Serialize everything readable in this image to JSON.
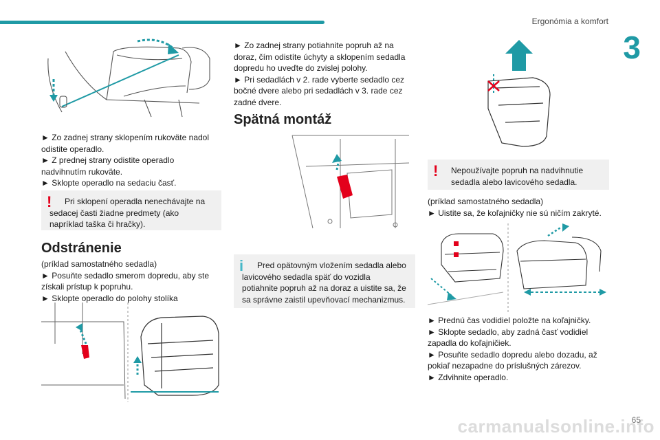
{
  "header": {
    "section_title": "Ergonómia a komfort",
    "chapter_number": "3"
  },
  "col1": {
    "instructions1": [
      "► Zo zadnej strany sklopením rukoväte nadol odistite operadlo.",
      "► Z prednej strany odistite operadlo nadvihnutím rukoväte.",
      "► Sklopte operadlo na sedaciu časť."
    ],
    "warning1": "Pri sklopení operadla nenechávajte na sedacej časti žiadne predmety (ako napríklad taška či hračky).",
    "heading_removal": "Odstránenie",
    "instructions2": [
      "(príklad samostatného sedadla)",
      "► Posuňte sedadlo smerom dopredu, aby ste získali prístup k popruhu.",
      "► Sklopte operadlo do polohy stolíka"
    ]
  },
  "col2": {
    "instructions": [
      "► Zo zadnej strany potiahnite popruh až na doraz, čím odistíte úchyty a sklopením sedadla dopredu ho uveďte do zvislej polohy.",
      "► Pri sedadlách v 2. rade vyberte sedadlo cez bočné dvere alebo pri sedadlách v 3. rade cez zadné dvere."
    ],
    "heading_refit": "Spätná montáž",
    "info": "Pred opätovným vložením sedadla alebo lavicového sedadla späť do vozidla potiahnite popruh až na doraz a uistite sa, že sa správne zaistil upevňovací mechanizmus."
  },
  "col3": {
    "warning": "Nepoužívajte popruh na nadvihnutie sedadla alebo lavicového sedadla.",
    "instructions1": [
      "(príklad samostatného sedadla)",
      "► Uistite sa, že koľajničky nie sú ničím zakryté."
    ],
    "instructions2": [
      "► Prednú čas vodidiel položte na koľajničky.",
      "► Sklopte sedadlo, aby zadná časť vodidiel zapadla do koľajničiek.",
      "► Posuňte sedadlo dopredu alebo dozadu, až pokiaľ nezapadne do príslušných zárezov.",
      "► Zdvihnite operadlo."
    ]
  },
  "footer": {
    "page_number": "65",
    "watermark": "carmanualsonline.info"
  },
  "colors": {
    "accent": "#1f9aa5",
    "warning": "#e3001b",
    "info": "#45b8c8",
    "box_bg": "#f0f0f0"
  },
  "icons": [
    "warning-icon",
    "info-icon",
    "arrow-icon"
  ]
}
